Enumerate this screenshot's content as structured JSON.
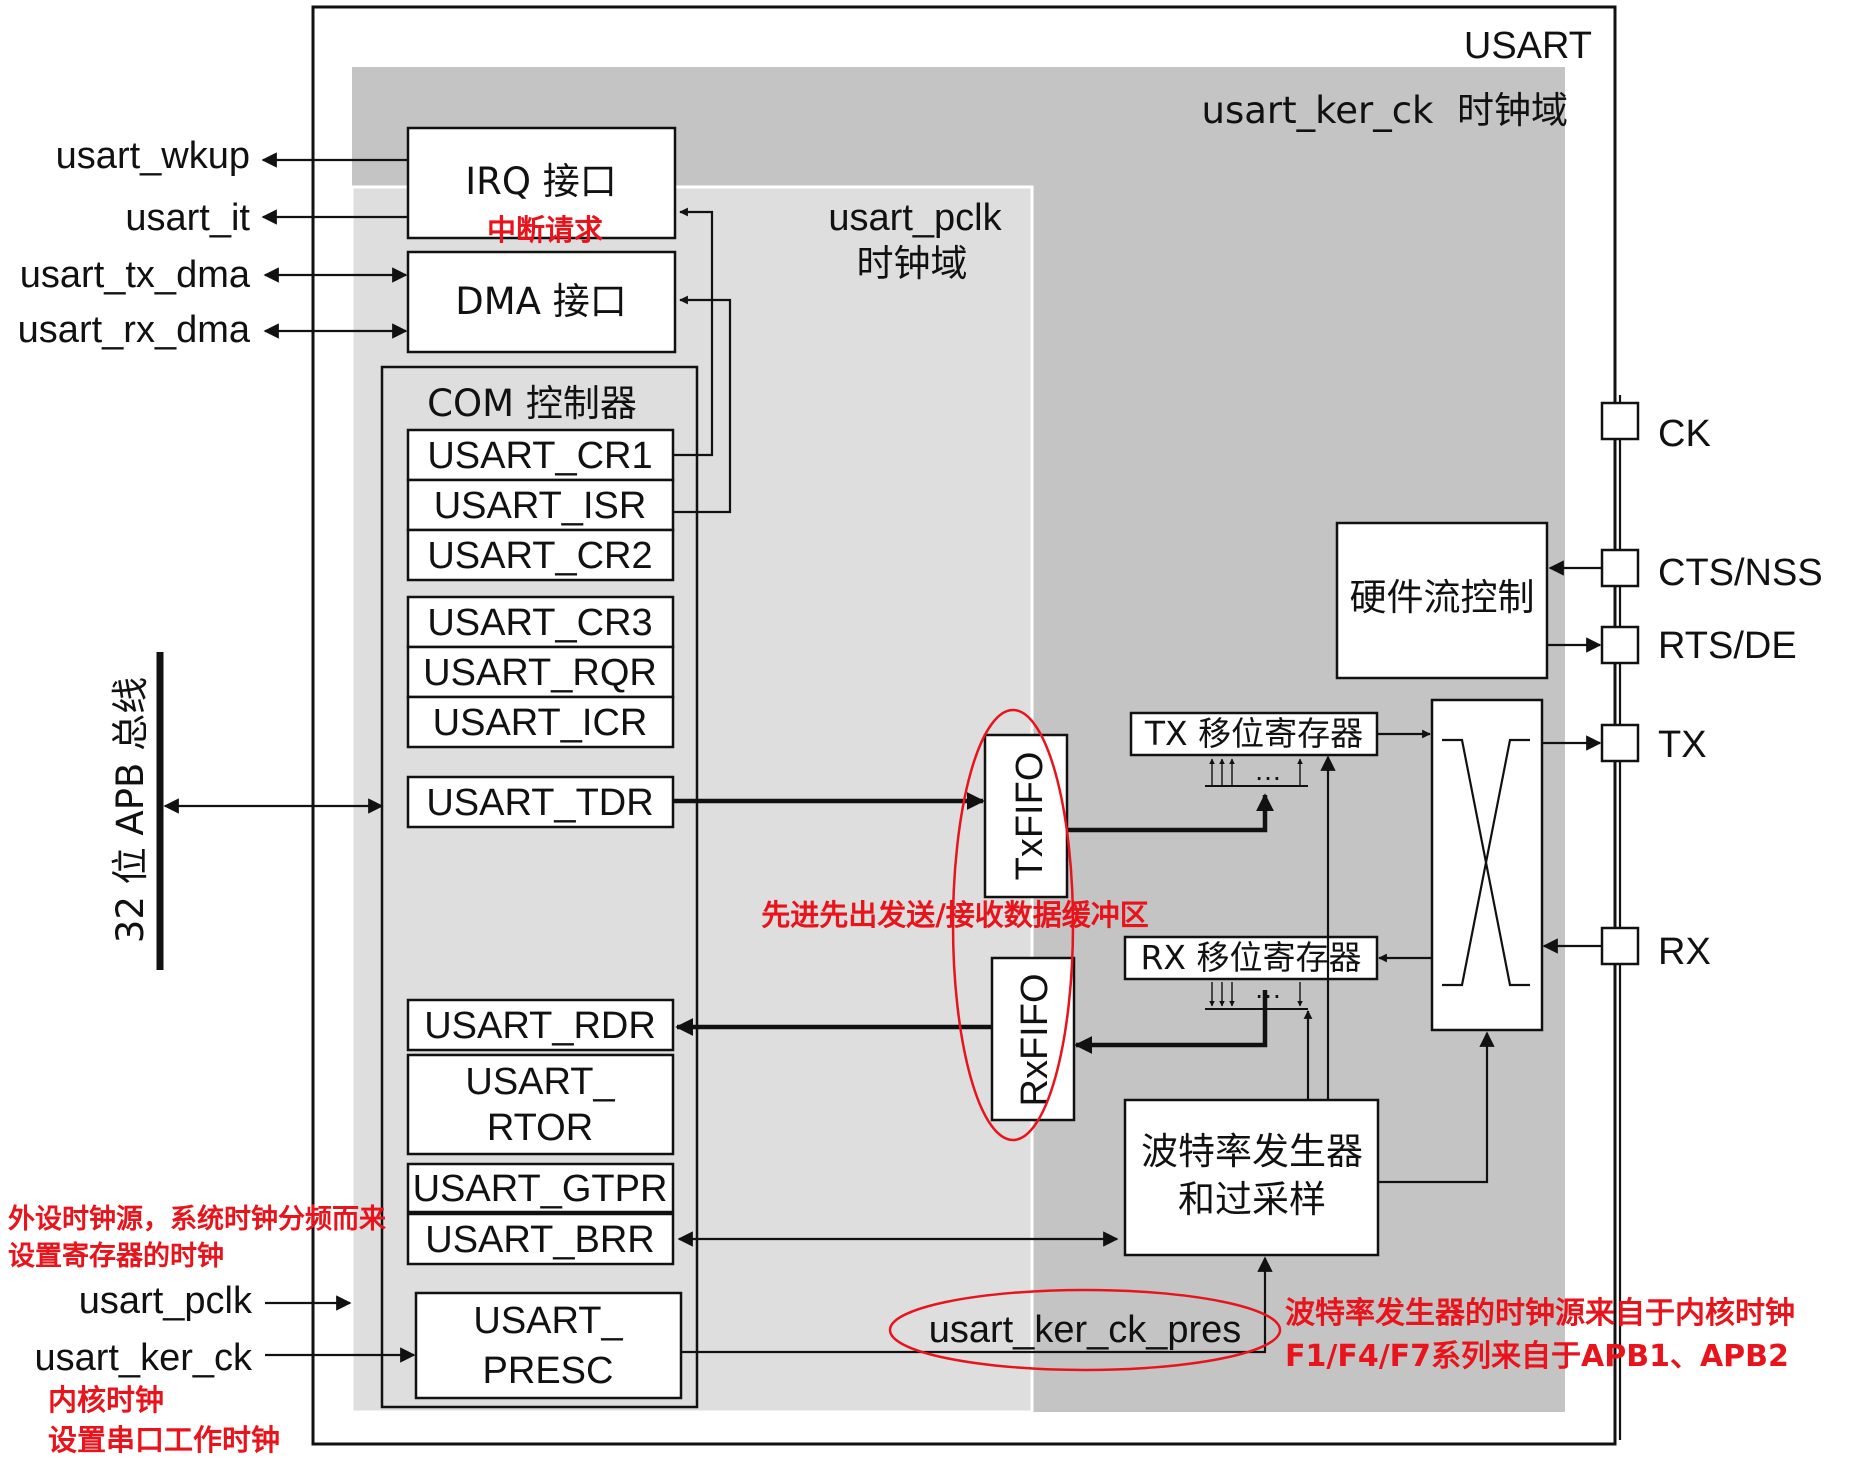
{
  "usart_title": "USART",
  "kernel_domain": "usart_ker_ck  时钟域",
  "pclk_domain": {
    "line1": "usart_pclk",
    "line2": "时钟域"
  },
  "left_signals": {
    "wkup": "usart_wkup",
    "it": "usart_it",
    "tx_dma": "usart_tx_dma",
    "rx_dma": "usart_rx_dma",
    "pclk": "usart_pclk",
    "ker_ck": "usart_ker_ck"
  },
  "apb_bus": "32 位 APB 总线",
  "irq_box": "IRQ 接口",
  "dma_box": "DMA 接口",
  "com_title": "COM 控制器",
  "registers": {
    "cr1": "USART_CR1",
    "isr": "USART_ISR",
    "cr2": "USART_CR2",
    "cr3": "USART_CR3",
    "rqr": "USART_RQR",
    "icr": "USART_ICR",
    "tdr": "USART_TDR",
    "rdr": "USART_RDR",
    "rtor_1": "USART_",
    "rtor_2": "RTOR",
    "gtpr": "USART_GTPR",
    "brr": "USART_BRR",
    "presc_1": "USART_",
    "presc_2": "PRESC"
  },
  "txfifo": "TxFIFO",
  "rxfifo": "RxFIFO",
  "tx_shift": "TX 移位寄存器",
  "rx_shift": "RX 移位寄存器",
  "shift_dots": "…",
  "hw_flow": "硬件流控制",
  "baud_gen": {
    "line1": "波特率发生器",
    "line2": "和过采样"
  },
  "ker_ck_pres": "usart_ker_ck_pres",
  "pins": {
    "ck": "CK",
    "cts": "CTS/NSS",
    "rts": "RTS/DE",
    "tx": "TX",
    "rx": "RX"
  },
  "annotations": {
    "irq": "中断请求",
    "fifo": "先进先出发送/接收数据缓冲区",
    "periph_clk_1": "外设时钟源，系统时钟分频而来",
    "periph_clk_2": "设置寄存器的时钟",
    "kernel_clk_1": "内核时钟",
    "kernel_clk_2": "设置串口工作时钟",
    "baud_src_1": "波特率发生器的时钟源来自于内核时钟",
    "baud_src_2": "F1/F4/F7系列来自于APB1、APB2"
  },
  "colors": {
    "annotation": "#e8131b",
    "kernel_domain_fill": "#c4c4c4",
    "pclk_domain_fill": "#dedede"
  }
}
